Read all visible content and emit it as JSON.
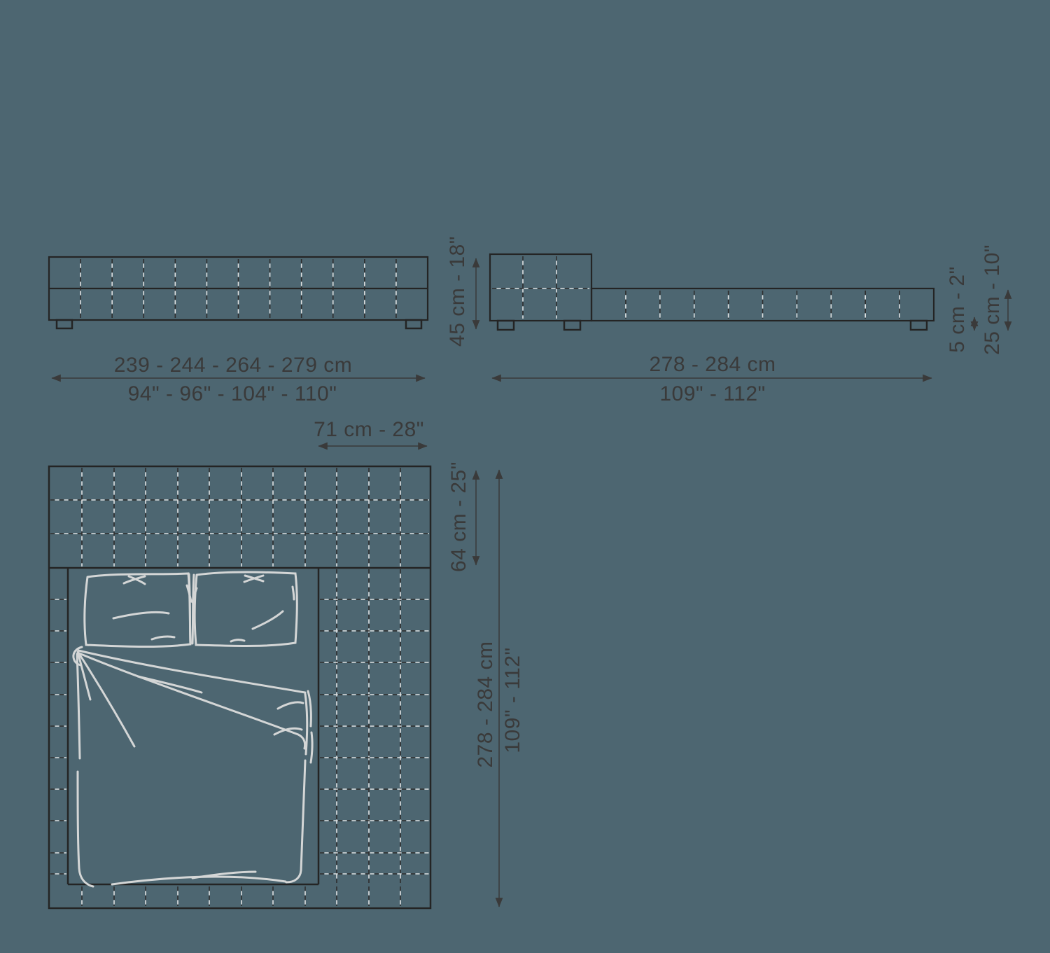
{
  "colors": {
    "background": "#4d6671",
    "line": "#242424",
    "seam_dark": "#2e2e2e",
    "seam_light": "#dfe1e1",
    "art": "#d4d6d6",
    "text": "#3a3a3a"
  },
  "front_view": {
    "width_cm": "239 - 244 - 264 - 279 cm",
    "width_in": "94\" - 96\" - 104\" - 110\""
  },
  "side_view": {
    "height": "45 cm - 18\"",
    "length_cm": "278 - 284 cm",
    "length_in": "109\" - 112\"",
    "foot_height": "5 cm - 2\"",
    "frame_height": "25 cm - 10\""
  },
  "plan_view": {
    "side_platform_width": "71 cm - 28\"",
    "headboard_depth": "64 cm - 25\"",
    "depth_cm": "278 - 284 cm",
    "depth_in": "109\" - 112\""
  }
}
